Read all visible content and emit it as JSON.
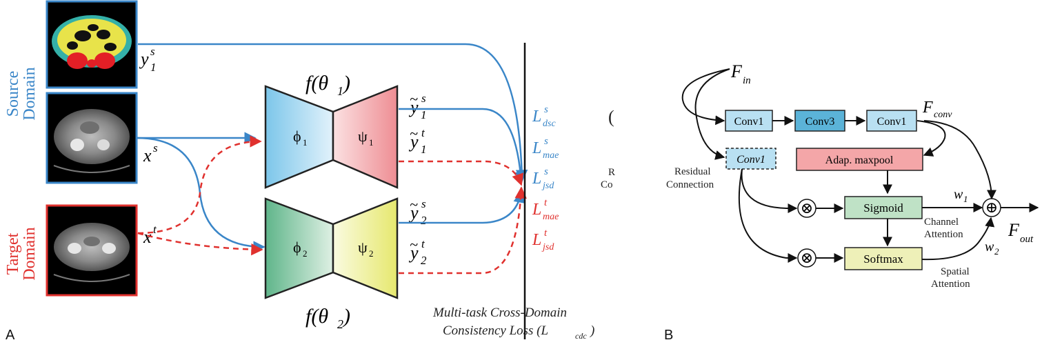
{
  "panel_a": {
    "label": "A",
    "source_domain": [
      "Source",
      "Domain"
    ],
    "target_domain": [
      "Target",
      "Domain"
    ],
    "y1s": {
      "base": "y",
      "sub": "1",
      "sup": "s"
    },
    "xs": {
      "base": "x",
      "sup": "s"
    },
    "xt": {
      "base": "x",
      "sup": "t"
    },
    "f1": "f(θ",
    "f1_sub": "1",
    "f2": "f(θ",
    "f2_sub": "2",
    "close_paren": ")",
    "phi1": "ϕ",
    "phi1_sub": "1",
    "psi1": "ψ",
    "psi1_sub": "1",
    "phi2": "ϕ",
    "phi2_sub": "2",
    "psi2": "ψ",
    "psi2_sub": "2",
    "out1s": {
      "base": "y",
      "sub": "1",
      "sup": "s"
    },
    "out1t": {
      "base": "y",
      "sub": "1",
      "sup": "t"
    },
    "out2s": {
      "base": "y",
      "sub": "2",
      "sup": "s"
    },
    "out2t": {
      "base": "y",
      "sub": "2",
      "sup": "t"
    },
    "tilde": "~",
    "losses": [
      {
        "base": "L",
        "sup": "s",
        "sub": "dsc",
        "color": "#3a86c8"
      },
      {
        "base": "L",
        "sup": "s",
        "sub": "mae",
        "color": "#3a86c8"
      },
      {
        "base": "L",
        "sup": "s",
        "sub": "jsd",
        "color": "#3a86c8"
      },
      {
        "base": "L",
        "sup": "t",
        "sub": "mae",
        "color": "#e0312e"
      },
      {
        "base": "L",
        "sup": "t",
        "sub": "jsd",
        "color": "#e0312e"
      }
    ],
    "caption_line1": "Multi-task Cross-Domain",
    "caption_line2": "Consistency Loss (L",
    "caption_sub": "cdc",
    "caption_end": ")",
    "cut_text": [
      "(",
      "R",
      "Co"
    ]
  },
  "panel_b": {
    "label": "B",
    "fin": {
      "base": "F",
      "sub": "in"
    },
    "fconv": {
      "base": "F",
      "sub": "conv"
    },
    "fout": {
      "base": "F",
      "sub": "out"
    },
    "conv1a": "Conv1",
    "conv3": "Conv3",
    "conv1b": "Conv1",
    "conv1_dashed": "Conv1",
    "adap": "Adap. maxpool",
    "sigmoid": "Sigmoid",
    "softmax": "Softmax",
    "residual": [
      "Residual",
      "Connection"
    ],
    "channel": [
      "Channel",
      "Attention"
    ],
    "spatial": [
      "Spatial",
      "Attention"
    ],
    "w1": {
      "base": "w",
      "sub": "1"
    },
    "w2": {
      "base": "w",
      "sub": "2"
    },
    "otimes": "⊗",
    "oplus": "⊕"
  },
  "colors": {
    "blue": "#3a86c8",
    "red": "#e0312e",
    "box_blue": "#b9e0f2",
    "box_blue_dark": "#5bb3d8",
    "box_red": "#f4a6a8",
    "box_green": "#bfe2c6",
    "box_yellow": "#eef0b8"
  }
}
